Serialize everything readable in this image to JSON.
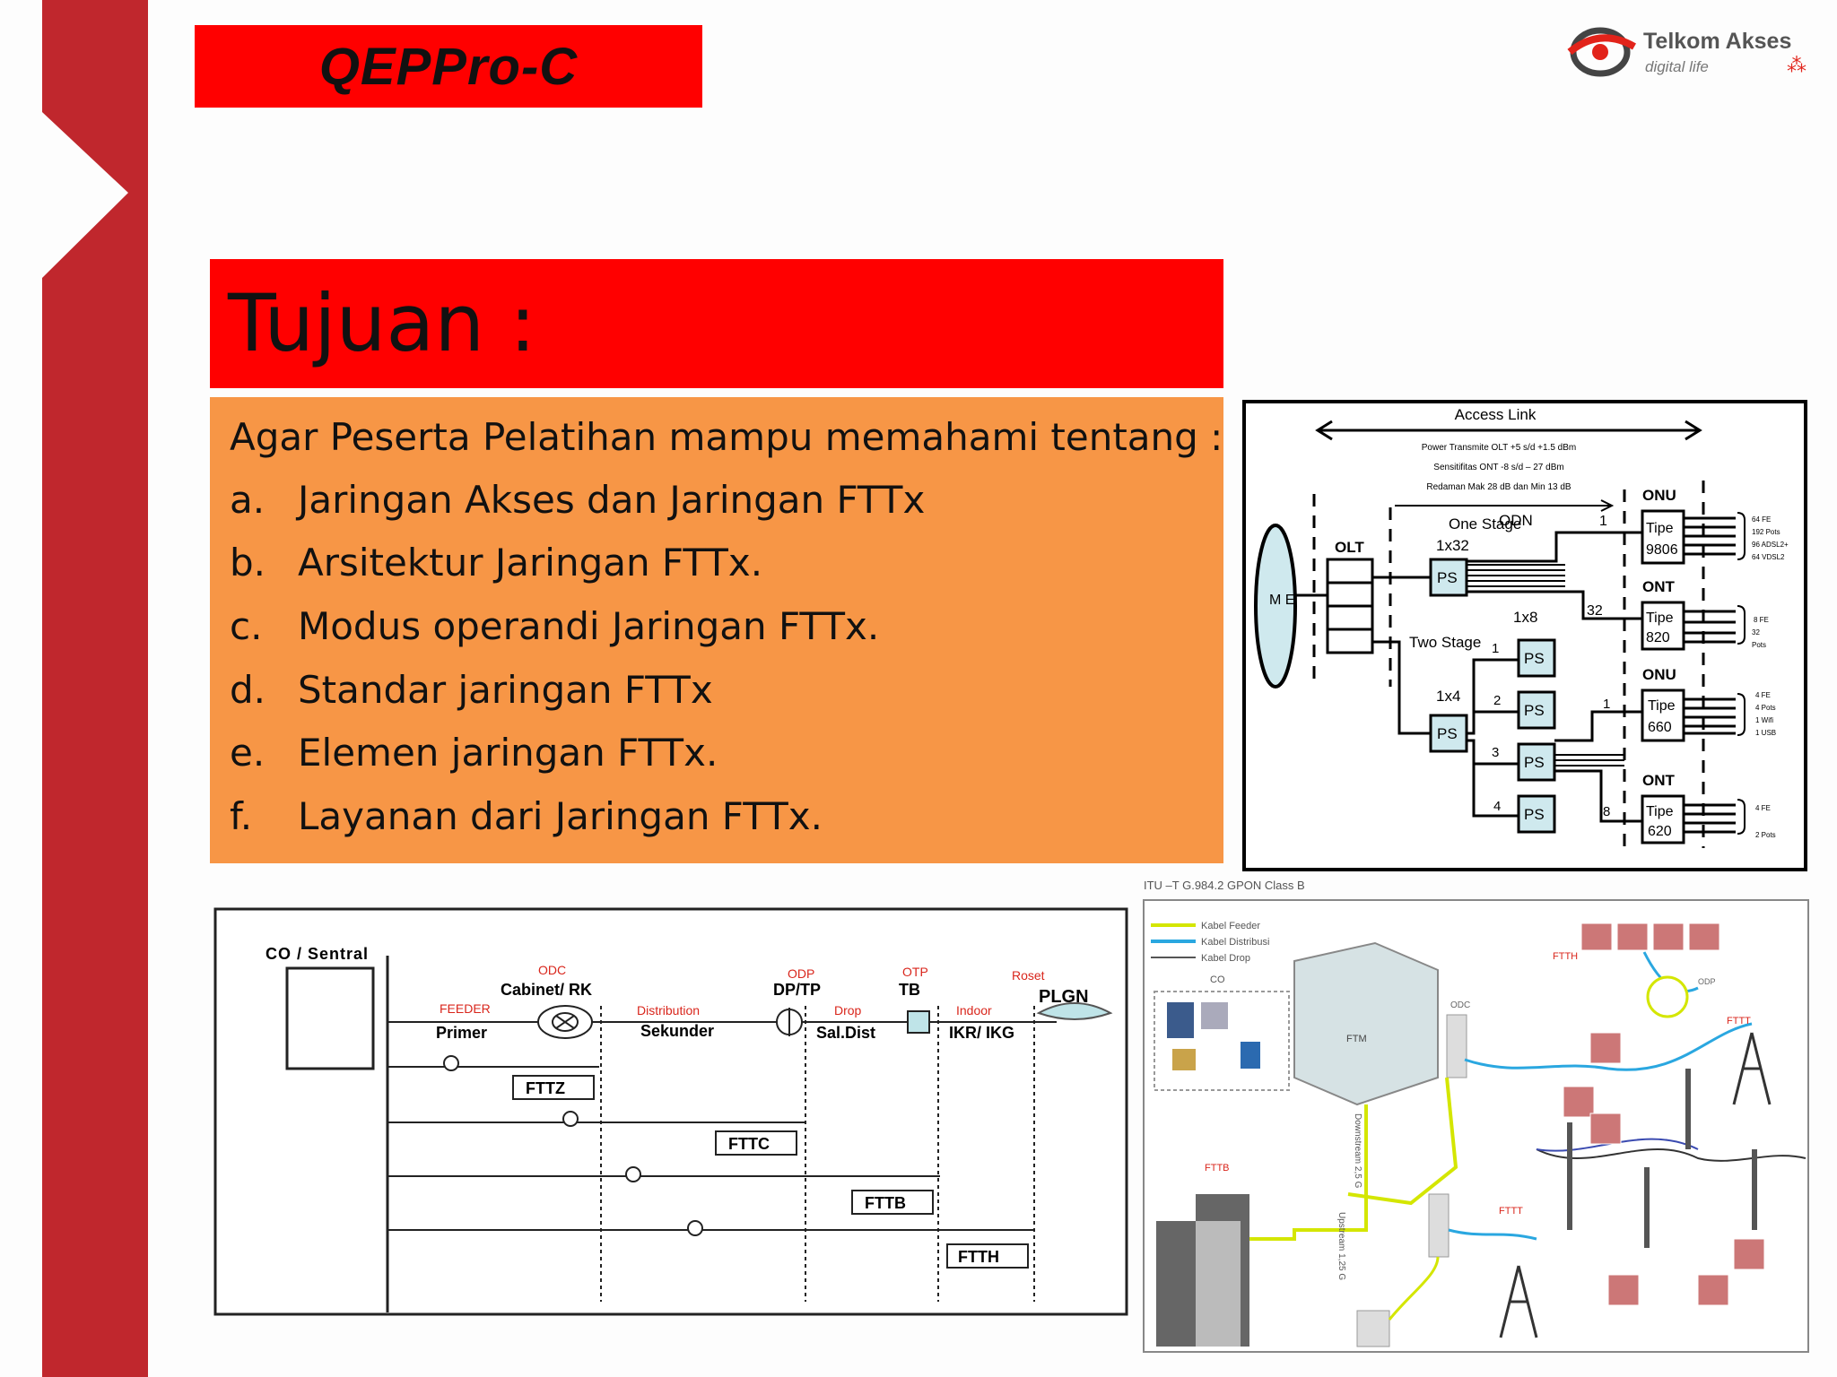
{
  "brand": {
    "label": "QEPPro-C"
  },
  "logo": {
    "name": "Telkom Akses",
    "tagline": "digital life"
  },
  "slide": {
    "title": "Tujuan :",
    "intro": "Agar Peserta Pelatihan mampu memahami tentang :",
    "items": [
      {
        "marker": "a.",
        "text": "Jaringan Akses dan Jaringan FTTx"
      },
      {
        "marker": "b.",
        "text": "Arsitektur Jaringan FTTx."
      },
      {
        "marker": "c.",
        "text": "Modus operandi Jaringan FTTx."
      },
      {
        "marker": "d.",
        "text": "Standar jaringan FTTx"
      },
      {
        "marker": "e.",
        "text": "Elemen jaringan FTTx."
      },
      {
        "marker": "f.",
        "text": "Layanan dari Jaringan FTTx."
      }
    ]
  },
  "gpon_diagram": {
    "access_link": "Access Link",
    "power": "Power Transmite OLT +5 s/d +1.5 dBm",
    "sensitivity": "Sensitifitas ONT -8 s/d – 27 dBm",
    "redaman": "Redaman Mak 28 dB dan Min 13 dB",
    "me": "M E",
    "olt": "OLT",
    "one_stage": "One Stage",
    "odn": "ODN",
    "split_1x32": "1x32",
    "two_stage": "Two Stage",
    "split_1x8": "1x8",
    "split_1x4": "1x4",
    "ps": "PS",
    "n1": "1",
    "n2": "2",
    "n3": "3",
    "n4": "4",
    "n8": "8",
    "n32": "32",
    "onu": "ONU",
    "ont": "ONT",
    "tipe": "Tipe",
    "t9806": "9806",
    "t820": "820",
    "t660": "660",
    "t620": "620",
    "p9806": [
      "64 FE",
      "192 Pots",
      "96 ADSL2+",
      "64 VDSL2"
    ],
    "p820": [
      "8 FE",
      "32",
      "Pots"
    ],
    "p660": [
      "4 FE",
      "4 Pots",
      "1 Wifi",
      "1 USB"
    ],
    "p620": [
      "4 FE",
      "2 Pots"
    ],
    "caption": "ITU –T G.984.2 GPON Class B"
  },
  "fttx_diagram": {
    "co": "CO / Sentral",
    "odc": "ODC",
    "cabinet": "Cabinet/ RK",
    "odp": "ODP",
    "dptp": "DP/TP",
    "otp": "OTP",
    "tb": "TB",
    "roset": "Roset",
    "plgn": "PLGN",
    "feeder": "FEEDER",
    "primer": "Primer",
    "distribution": "Distribution",
    "sekunder": "Sekunder",
    "drop": "Drop",
    "saldist": "Sal.Dist",
    "indoor": "Indoor",
    "ikr": "IKR/ IKG",
    "fttz": "FTTZ",
    "fttc": "FTTC",
    "fttb": "FTTB",
    "ftth": "FTTH"
  },
  "network_map": {
    "legend": [
      "Kabel Feeder",
      "Kabel Distribusi",
      "Kabel Drop"
    ],
    "co": "CO",
    "ftm": "FTM",
    "odc": "ODC",
    "odp": "ODP",
    "ftth": "FTTH",
    "fttt": "FTTT",
    "fttb": "FTTB",
    "downstream": "Downstream 2,5 G",
    "upstream": "Upstream 1,25 G",
    "colors": {
      "feeder": "#d4e600",
      "distribusi": "#2aa7e0",
      "drop": "#555555"
    }
  },
  "colors": {
    "red": "#ff0000",
    "orange": "#f79646",
    "sidebar": "#c0272d"
  }
}
